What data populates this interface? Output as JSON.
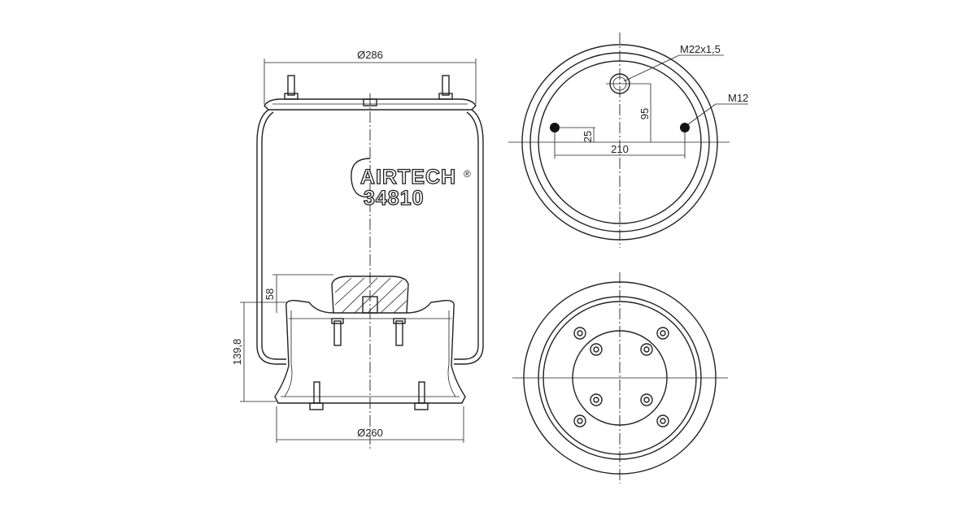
{
  "side_view": {
    "dia_top": "Ø286",
    "dia_bottom": "Ø260",
    "height_upper": "58",
    "height_piston": "139,8",
    "logo": "AIRTECH",
    "logo_mark": "®",
    "part_number": "34810"
  },
  "top_view": {
    "thread_air": "M22x1,5",
    "thread_stud": "M12",
    "offset_air": "95",
    "offset_stud": "25",
    "stud_spacing": "210"
  }
}
